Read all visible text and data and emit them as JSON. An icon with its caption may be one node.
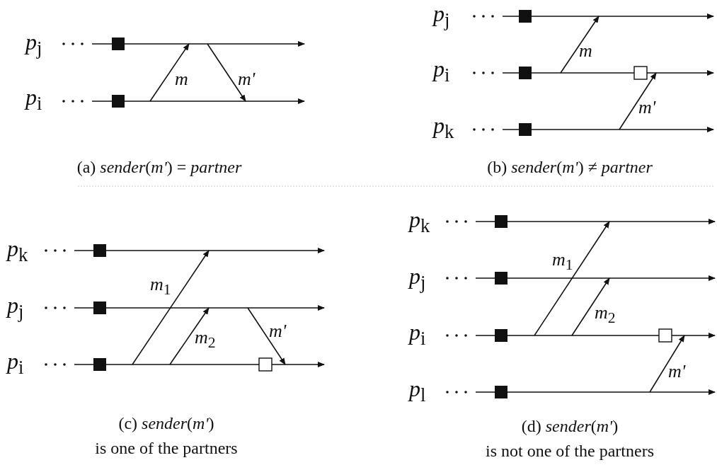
{
  "diagram": {
    "labels": [
      "*p*$_{j}$",
      "*p*$_{i}$",
      "*m*",
      "*m'*",
      "(a) *sender*(*m'*) = *partner*",
      "*p*$_{j}$",
      "*p*$_{i}$",
      "*p*$_{k}$",
      "*m*",
      "*m'*",
      "(b) *sender*(*m'*) ≠ *partner*",
      "*p*$_{k}$",
      "*p*$_{j}$",
      "*p*$_{i}$",
      "*m*$_{1}$",
      "*m*$_{2}$",
      "*m'*",
      "(c) *sender*(*m'*)",
      "is one of the partners",
      "*p*$_{k}$",
      "*p*$_{j}$",
      "*p*$_{i}$",
      "*p*$_{l}$",
      "*m*$_{1}$",
      "*m*$_{2}$",
      "*m'*",
      "(d) *sender*(*m'*)",
      "is not one of the partners"
    ]
  }
}
